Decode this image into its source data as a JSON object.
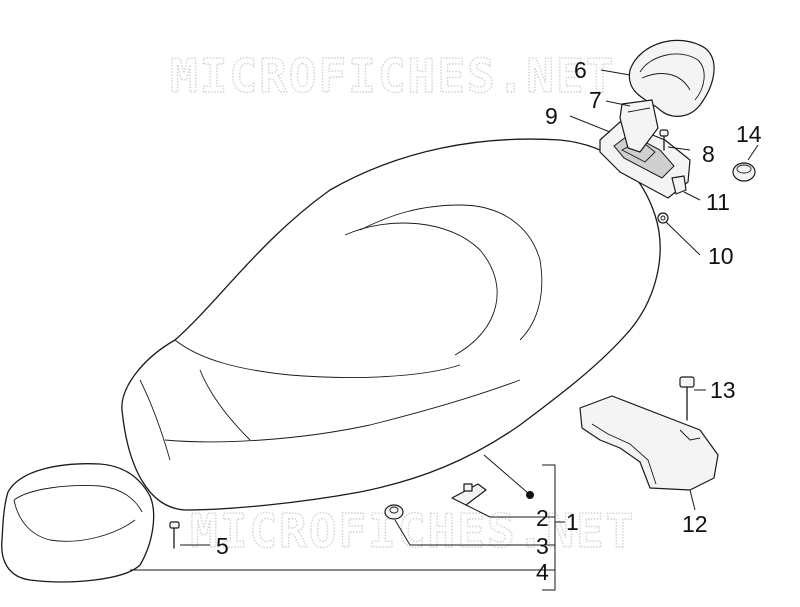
{
  "watermark": {
    "text": "MICROFICHES.NET"
  },
  "callouts": {
    "c1": "1",
    "c2": "2",
    "c3": "3",
    "c4": "4",
    "c5": "5",
    "c6": "6",
    "c7": "7",
    "c8": "8",
    "c9": "9",
    "c10": "10",
    "c11": "11",
    "c12": "12",
    "c13": "13",
    "c14": "14"
  },
  "colors": {
    "line": "#1a1a1a",
    "watermark": "#d2d2d2",
    "background": "#ffffff"
  }
}
